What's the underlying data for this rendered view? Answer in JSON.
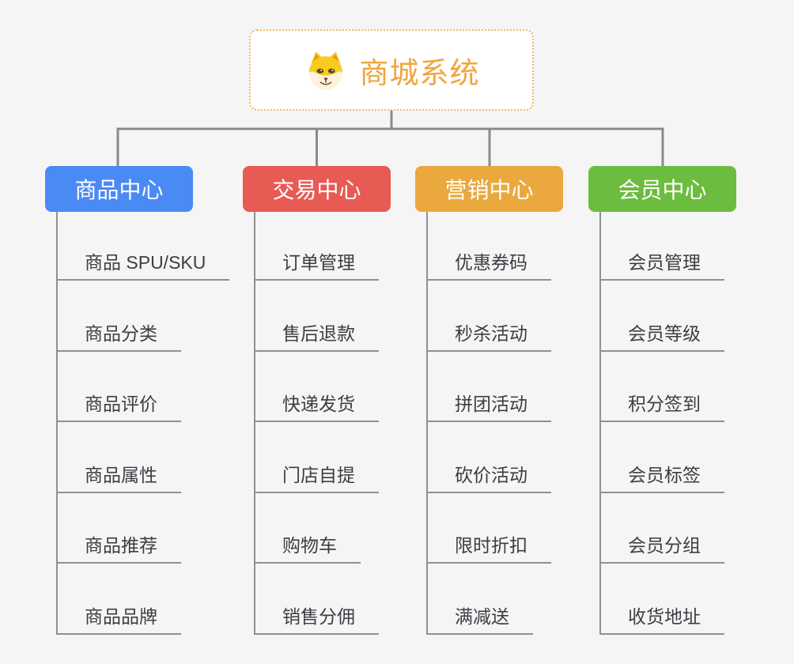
{
  "page": {
    "background": "#f5f5f5",
    "connector_color": "#8a8a8a"
  },
  "root": {
    "title": "商城系统",
    "icon": "dog-face-icon",
    "text_color": "#f0a53c",
    "border_color": "#f2b65c"
  },
  "branches": [
    {
      "label": "商品中心",
      "color": "#4a8af4",
      "children": [
        "商品 SPU/SKU",
        "商品分类",
        "商品评价",
        "商品属性",
        "商品推荐",
        "商品品牌"
      ]
    },
    {
      "label": "交易中心",
      "color": "#e85a54",
      "children": [
        "订单管理",
        "售后退款",
        "快递发货",
        "门店自提",
        "购物车",
        "销售分佣"
      ]
    },
    {
      "label": "营销中心",
      "color": "#eaa83e",
      "children": [
        "优惠券码",
        "秒杀活动",
        "拼团活动",
        "砍价活动",
        "限时折扣",
        "满减送"
      ]
    },
    {
      "label": "会员中心",
      "color": "#6cbd3f",
      "children": [
        "会员管理",
        "会员等级",
        "积分签到",
        "会员标签",
        "会员分组",
        "收货地址"
      ]
    }
  ]
}
